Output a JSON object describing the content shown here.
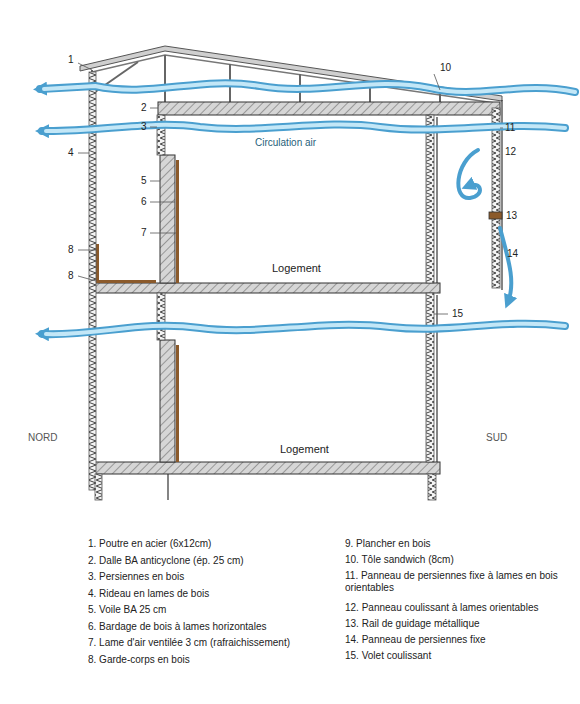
{
  "diagram": {
    "labels": [
      "1",
      "10",
      "2",
      "3",
      "11",
      "4",
      "12",
      "Circulation air",
      "5",
      "6",
      "7",
      "13",
      "8",
      "14",
      "Logement",
      "8",
      "15",
      "NORD",
      "SUD",
      "Logement",
      "1. Poutre en acier (6x12cm)",
      "2. Dalle BA anticyclone (ép. 25 cm)",
      "3. Persiennes en bois",
      "4. Rideau en lames de bois",
      "5. Voile BA 25 cm",
      "6. Bardage de bois à lames horizontales",
      "7. Lame d'air ventilée 3 cm (rafraichissement)",
      "8. Garde-corps en bois",
      "9. Plancher en bois",
      "10. Tôle sandwich (8cm)",
      "11. Panneau de persiennes fixe à lames en bois orientables",
      "12. Panneau coulissant à lames orientables",
      "13. Rail de guidage métallique",
      "14. Panneau de persiennes fixe",
      "15. Volet coulissant"
    ]
  }
}
